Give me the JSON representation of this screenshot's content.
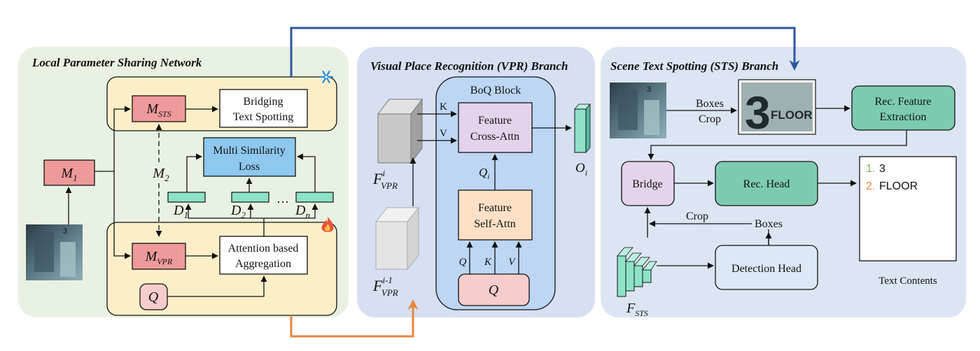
{
  "panels": {
    "lps": {
      "title": "Local Parameter Sharing Network",
      "m1": {
        "base": "M",
        "sub": "1"
      },
      "m2": {
        "base": "M",
        "sub": "2"
      },
      "msts": {
        "base": "M",
        "sub": "STS"
      },
      "mvpr": {
        "base": "M",
        "sub": "VPR"
      },
      "bridging_line1": "Bridging",
      "bridging_line2": "Text Spotting",
      "loss_line1": "Multi Similarity",
      "loss_line2": "Loss",
      "d1": {
        "base": "D",
        "sub": "1"
      },
      "d2": {
        "base": "D",
        "sub": "2"
      },
      "dn": {
        "base": "D",
        "sub": "n"
      },
      "ellipsis": "…",
      "agg_line1": "Attention based",
      "agg_line2": "Aggregation",
      "q": "Q",
      "thumb_text": "3"
    },
    "vpr": {
      "title": "Visual Place Recognition (VPR) Branch",
      "boq_title": "BoQ Block",
      "k": "K",
      "v": "V",
      "cross_line1": "Feature",
      "cross_line2": "Cross-Attn",
      "qi": {
        "base": "Q",
        "sub": "i"
      },
      "self_line1": "Feature",
      "self_line2": "Self-Attn",
      "q_in": "Q",
      "k_in": "K",
      "v_in": "V",
      "q_box": "Q",
      "oi": {
        "base": "O",
        "sub": "i"
      },
      "fvpr": {
        "base": "F",
        "sup": "i",
        "sub": "VPR"
      },
      "fvpr_prev": {
        "base": "F",
        "sup": "i-1",
        "sub": "VPR"
      }
    },
    "sts": {
      "title": "Scene Text Spotting (STS) Branch",
      "boxes_crop_line1": "Boxes",
      "boxes_crop_line2": "Crop",
      "crop_sign_digit": "3",
      "crop_sign_word": "FLOOR",
      "rec_feat_line1": "Rec. Feature",
      "rec_feat_line2": "Extraction",
      "bridge": "Bridge",
      "rec_head": "Rec. Head",
      "crop": "Crop",
      "boxes": "Boxes",
      "detection_head": "Detection Head",
      "fsts": {
        "base": "F",
        "sub": "STS"
      },
      "results": [
        {
          "index": "1.",
          "text": "3",
          "color": "#7fae5c"
        },
        {
          "index": "2.",
          "text": "FLOOR",
          "color": "#e8843c"
        }
      ],
      "text_contents": "Text Contents",
      "thumb_text": "3"
    }
  },
  "colors": {
    "lps_bg": "#e9f2e2",
    "vpr_bg": "#d6e0f2",
    "sts_bg": "#dce5f3",
    "yellow_box": "#fcefc8",
    "red_box": "#ee9a9a",
    "blue_box": "#8ec8ef",
    "teal": "#8de2c8",
    "teal_dark": "#7ccbb1",
    "pink_box": "#f7cccc",
    "orange_box": "#fde0c6",
    "lavender": "#e3d4ec",
    "top_arrow": "#2d56a0",
    "bottom_arrow": "#e8843c"
  }
}
